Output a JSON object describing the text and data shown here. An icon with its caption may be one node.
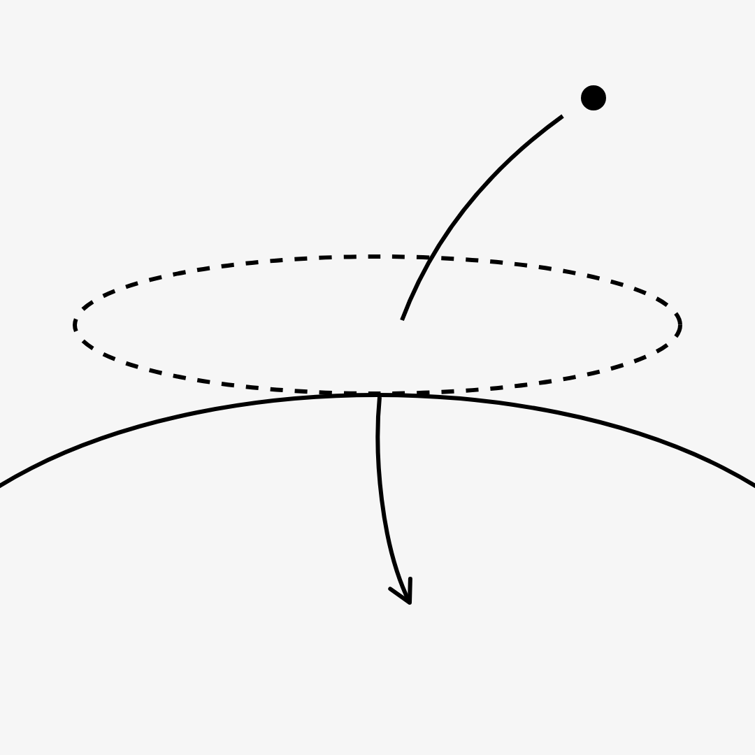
{
  "diagram": {
    "nodes": [
      {
        "text": [],
        "shape": "circle"
      },
      {
        "text": [],
        "shape": "ellipse"
      },
      {
        "text": [],
        "shape": "arc"
      }
    ],
    "edges": [
      {
        "from": 0,
        "to": 1,
        "arrow": "none"
      },
      {
        "from": 1,
        "to": 2,
        "arrow": "to"
      }
    ]
  }
}
